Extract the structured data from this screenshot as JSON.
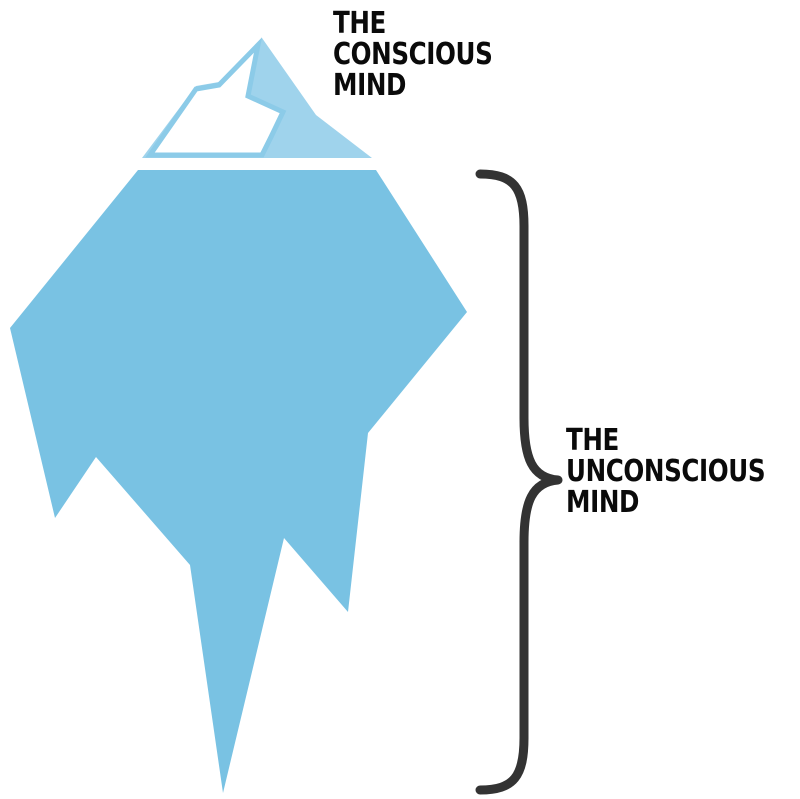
{
  "colors": {
    "ice_underwater": "#79c2e3",
    "ice_tip_shade": "#9fd3ec",
    "ice_tip_outline": "#8ccbe8",
    "ice_tip_fill": "#ffffff",
    "brace": "#333333",
    "text": "#0a0a0a",
    "background": "#ffffff"
  },
  "labels": {
    "conscious": {
      "line1": "THE",
      "line2": "CONSCIOUS",
      "line3": "MIND"
    },
    "unconscious": {
      "line1": "THE",
      "line2": "UNCONSCIOUS",
      "line3": "MIND"
    }
  }
}
